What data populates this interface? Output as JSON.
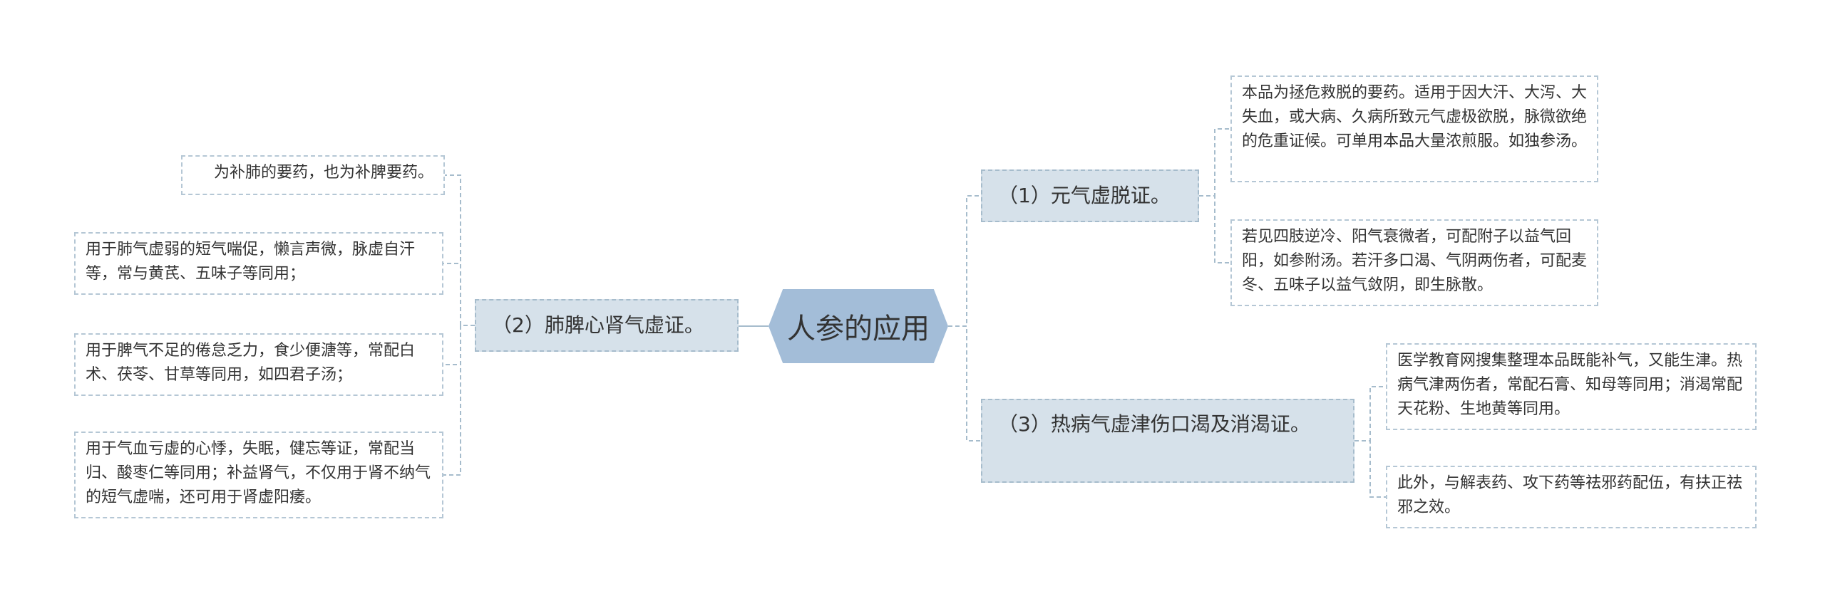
{
  "root": {
    "label": "人参的应用"
  },
  "branches": [
    {
      "label": "（1）元气虚脱证。",
      "children": [
        "本品为拯危救脱的要药。适用于因大汗、大泻、大失血，或大病、久病所致元气虚极欲脱，脉微欲绝的危重证候。可单用本品大量浓煎服。如独参汤。",
        "若见四肢逆冷、阳气衰微者，可配附子以益气回阳，如参附汤。若汗多口渴、气阴两伤者，可配麦冬、五味子以益气敛阴，即生脉散。"
      ]
    },
    {
      "label": "（2）肺脾心肾气虚证。",
      "children": [
        "为补肺的要药，也为补脾要药。",
        "用于肺气虚弱的短气喘促，懒言声微，脉虚自汗等，常与黄芪、五味子等同用；",
        "用于脾气不足的倦怠乏力，食少便溏等，常配白术、茯苓、甘草等同用，如四君子汤；",
        "用于气血亏虚的心悸，失眠，健忘等证，常配当归、酸枣仁等同用；补益肾气，不仅用于肾不纳气的短气虚喘，还可用于肾虚阳痿。"
      ]
    },
    {
      "label": "（3）热病气虚津伤口渴及消渴证。",
      "children": [
        "医学教育网搜集整理本品既能补气，又能生津。热病气津两伤者，常配石膏、知母等同用；消渴常配天花粉、生地黄等同用。",
        "此外，与解表药、攻下药等祛邪药配伍，有扶正祛邪之效。"
      ]
    }
  ],
  "colors": {
    "root_fill": "#a3bdd8",
    "branch_fill": "#d6e1ea",
    "branch_border": "#a6bccc",
    "leaf_border": "#b5c7d5",
    "connector": "#a6bccc",
    "text": "#333333"
  }
}
